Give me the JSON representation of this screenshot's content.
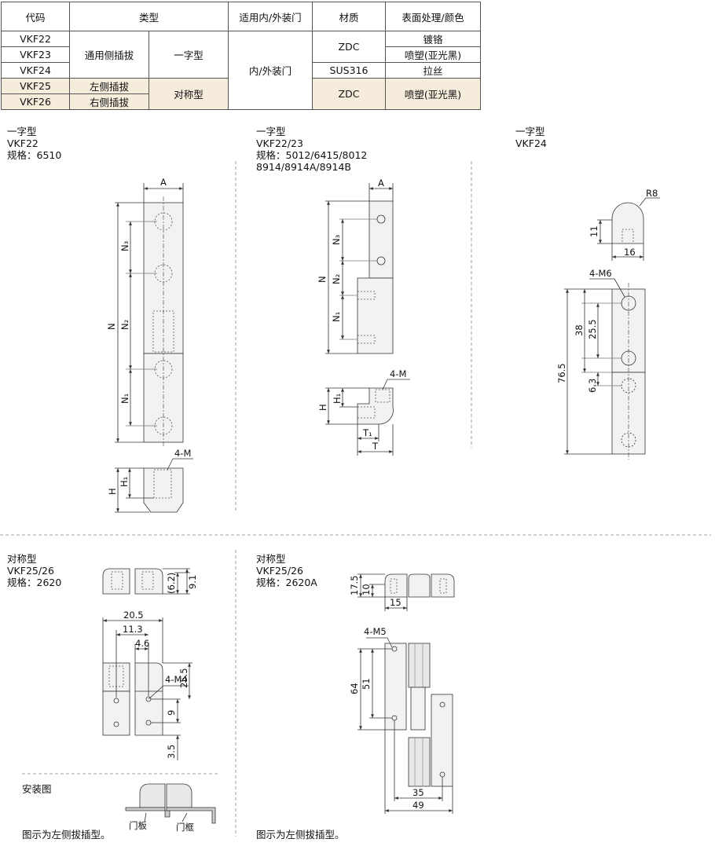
{
  "table": {
    "headers": [
      "代码",
      "类型",
      "适用内/外装门",
      "材质",
      "表面处理/颜色"
    ],
    "codes": [
      "VKF22",
      "VKF23",
      "VKF24",
      "VKF25",
      "VKF26"
    ],
    "type_general": "通用侧插拔",
    "type_straight": "一字型",
    "type_left": "左侧插拔",
    "type_right": "右侧插拔",
    "type_symmetric": "对称型",
    "door": "内/外装门",
    "materials": [
      "ZDC",
      "SUS316",
      "ZDC"
    ],
    "finishes": [
      "镀铬",
      "喷塑(亚光黑)",
      "拉丝",
      "喷塑(亚光黑)"
    ]
  },
  "sections": {
    "s1": {
      "type": "一字型",
      "code": "VKF22",
      "spec": "规格：6510"
    },
    "s2": {
      "type": "一字型",
      "code": "VKF22/23",
      "spec": "规格：5012/6415/8012",
      "spec2": "8914/8914A/8914B"
    },
    "s3": {
      "type": "一字型",
      "code": "VKF24"
    },
    "s4": {
      "type": "对称型",
      "code": "VKF25/26",
      "spec": "规格：2620"
    },
    "s5": {
      "type": "对称型",
      "code": "VKF25/26",
      "spec": "规格：2620A"
    }
  },
  "labels": {
    "A": "A",
    "N": "N",
    "N1": "N₁",
    "N2": "N₂",
    "N3": "N₃",
    "H": "H",
    "H1": "H₁",
    "T": "T",
    "T1": "T₁",
    "M4": "4-M",
    "R8": "R8",
    "d11": "11",
    "d16": "16",
    "M6": "4-M6",
    "d38": "38",
    "d25_5": "25.5",
    "d76_5": "76.5",
    "d6_3": "6.3",
    "d6_2": "(6.2)",
    "d9_1": "9.1",
    "d20_5": "20.5",
    "d11_3": "11.3",
    "d4_6": "4.6",
    "M4b": "4-M4",
    "d9": "9",
    "d3_5": "3.5",
    "d17_5": "17.5",
    "d10": "10",
    "d15": "15",
    "M5": "4-M5",
    "d64": "64",
    "d51": "51",
    "d35": "35",
    "d49": "49",
    "install": "安装图",
    "door_panel": "门板",
    "door_frame": "门框",
    "note_left": "图示为左侧拔插型。",
    "note_right": "图示为左侧拔插型。"
  }
}
